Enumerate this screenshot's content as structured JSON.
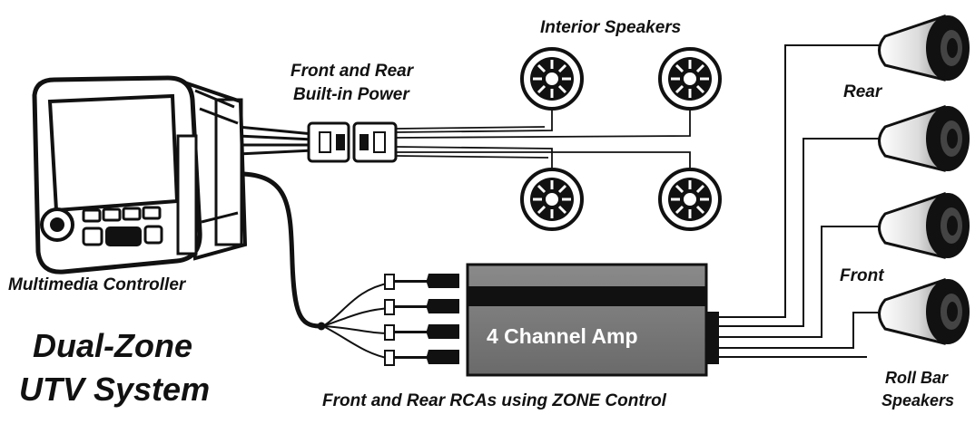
{
  "labels": {
    "interior_speakers": "Interior Speakers",
    "power_line1": "Front and Rear",
    "power_line2": "Built-in Power",
    "rear": "Rear",
    "front": "Front",
    "roll_bar_line1": "Roll Bar",
    "roll_bar_line2": "Speakers",
    "controller": "Multimedia Controller",
    "rcas": "Front and Rear RCAs using ZONE Control"
  },
  "amp": {
    "label": "4 Channel Amp"
  },
  "title": {
    "line1": "Dual-Zone",
    "line2": "UTV System"
  },
  "colors": {
    "ink": "#111111",
    "amp_body": "#7a7a7a",
    "amp_band": "#111111",
    "speaker_cone": "#e6e6e6",
    "text": "#111111"
  }
}
